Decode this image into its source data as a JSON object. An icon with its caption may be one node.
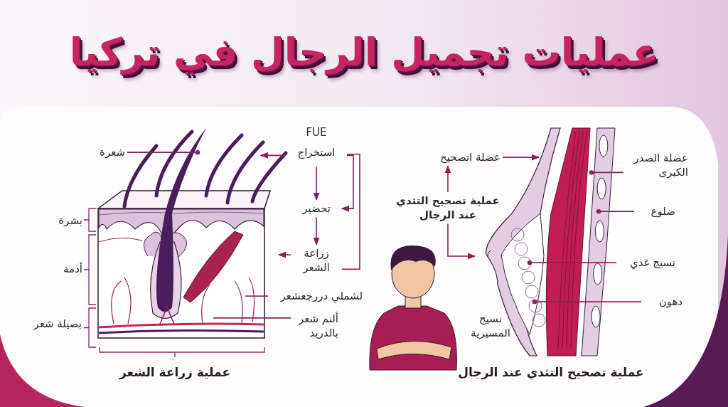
{
  "diagram": {
    "title": "عمليات تجميل الرجال في تركيا",
    "nodes": [
      {
        "text": [
          "شعرة"
        ]
      },
      {
        "text": [
          "FUE",
          "استخراج"
        ]
      },
      {
        "text": [
          "تحضير"
        ]
      },
      {
        "text": [
          "زراعة الشعر"
        ]
      },
      {
        "text": [
          "لشملي دررجعشعر"
        ]
      },
      {
        "text": [
          "ألنم شعر بالدريد"
        ]
      },
      {
        "text": [
          "عضلة اتصحيح"
        ]
      },
      {
        "text": [
          "عملية تصحيح التثدي عند الرجال"
        ]
      },
      {
        "text": [
          "عضلة الصدر الكبرى"
        ]
      },
      {
        "text": [
          "ضلوع"
        ]
      },
      {
        "text": [
          "نسيج غدي"
        ]
      },
      {
        "text": [
          "دهون"
        ]
      },
      {
        "text": [],
        "shape": "picture"
      },
      {
        "text": [],
        "shape": "picture"
      }
    ],
    "edges": [
      {
        "from": 0,
        "to": 12,
        "arrow": "other"
      },
      {
        "from": 1,
        "to": 12,
        "arrow": "to"
      },
      {
        "from": 1,
        "to": 2,
        "arrow": "to"
      },
      {
        "from": 2,
        "to": 3,
        "arrow": "to"
      },
      {
        "from": 1,
        "to": 2,
        "arrow": "to"
      },
      {
        "from": 1,
        "to": 3,
        "arrow": "none"
      },
      {
        "from": 3,
        "to": 12,
        "arrow": "to"
      },
      {
        "from": 4,
        "to": 12,
        "arrow": "none"
      },
      {
        "from": 5,
        "to": 12,
        "arrow": "none"
      },
      {
        "from": 6,
        "to": 13,
        "arrow": "to"
      },
      {
        "from": 7,
        "to": 6,
        "arrow": "to"
      },
      {
        "from": 7,
        "to": 13,
        "arrow": "to"
      },
      {
        "from": 8,
        "to": 13,
        "arrow": "other"
      },
      {
        "from": 9,
        "to": 13,
        "arrow": "other"
      },
      {
        "from": 10,
        "to": 13,
        "arrow": "other"
      },
      {
        "from": 11,
        "to": 13,
        "arrow": "other"
      }
    ],
    "labels": [
      "بشرة",
      "أدمة",
      "بصيلة شعر",
      "نسيج المسيرية",
      "عملية زراعة الشعر",
      "عملية تصحيح التثدي عند الرجال"
    ]
  }
}
